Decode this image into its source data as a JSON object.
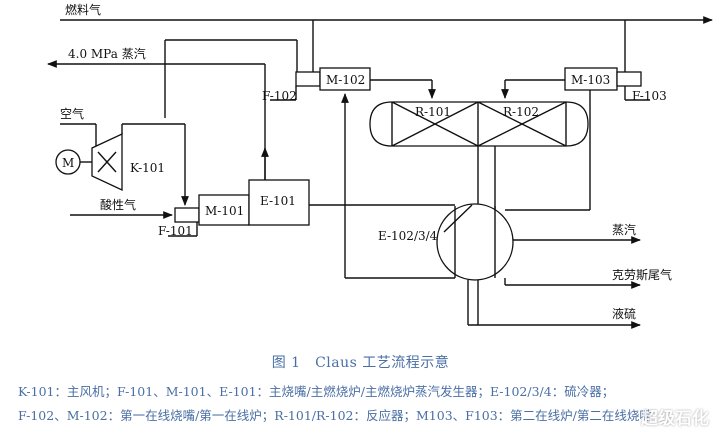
{
  "streams": {
    "fuel_gas": "燃料气",
    "steam_hp": "4.0 MPa 蒸汽",
    "air": "空气",
    "acid_gas": "酸性气",
    "steam_out": "蒸汽",
    "tail_gas": "克劳斯尾气",
    "liquid_sulfur": "液硫"
  },
  "equipment": {
    "motor": "M",
    "k101": "K-101",
    "f101": "F-101",
    "m101": "M-101",
    "e101": "E-101",
    "f102": "F-102",
    "m102": "M-102",
    "m103": "M-103",
    "f103": "F-103",
    "r101": "R-101",
    "r102": "R-102",
    "e102": "E-102/3/4"
  },
  "caption": {
    "title": "图 1　Claus 工艺流程示意",
    "line1": "K-101：主风机；F-101、M-101、E-101：主烧嘴/主燃烧炉/主燃烧炉蒸汽发生器；E-102/3/4：硫冷器；",
    "line2": "F-102、M-102：第一在线烧嘴/第一在线炉；R-101/R-102：反应器；M103、F103：第二在线炉/第二在线烧嘴"
  },
  "watermark": "超级石化"
}
